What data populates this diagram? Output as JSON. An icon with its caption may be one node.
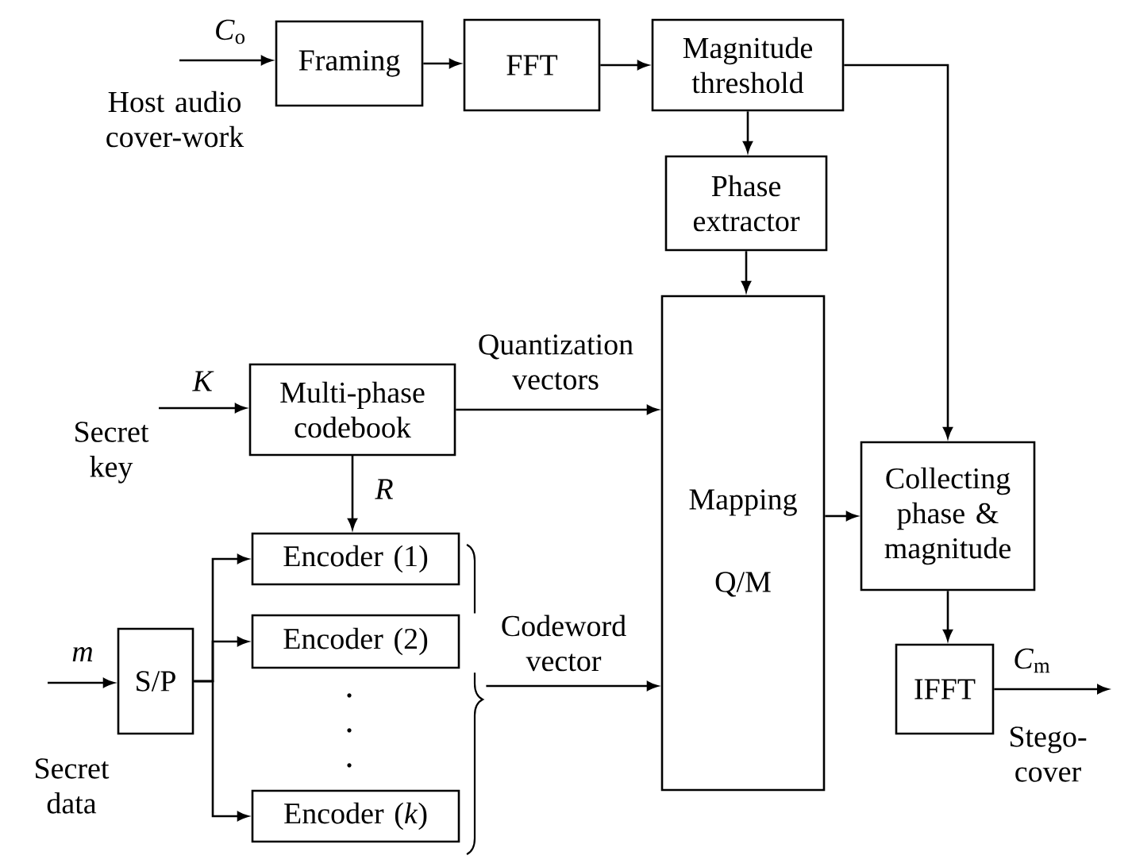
{
  "diagram": {
    "nodes": [
      {
        "text": [
          "Framing"
        ]
      },
      {
        "text": [
          "FFT"
        ]
      },
      {
        "text": [
          "Magnitude threshold"
        ]
      },
      {
        "text": [
          "Phase extractor"
        ]
      },
      {
        "text": [
          "Multi-phase codebook"
        ]
      },
      {
        "text": [
          "Mapping",
          "Q/M"
        ]
      },
      {
        "text": [
          "Collecting phase & magnitude"
        ]
      },
      {
        "text": [
          "S/P"
        ]
      },
      {
        "text": [
          "Encoder (1)"
        ]
      },
      {
        "text": [
          "Encoder (2)"
        ]
      },
      {
        "text": [
          "Encoder (*k*)"
        ]
      },
      {
        "text": [
          "IFFT"
        ]
      },
      {
        "text": [],
        "shape": "brace"
      }
    ],
    "edges": [
      {
        "from": null,
        "to": 0,
        "arrow": "to",
        "label": "*C*$_{o}$"
      },
      {
        "from": 0,
        "to": 1,
        "arrow": "to"
      },
      {
        "from": 1,
        "to": 2,
        "arrow": "to"
      },
      {
        "from": 2,
        "to": 3,
        "arrow": "to"
      },
      {
        "from": 3,
        "to": 5,
        "arrow": "to"
      },
      {
        "from": 2,
        "to": 6,
        "arrow": "to"
      },
      {
        "from": null,
        "to": 4,
        "arrow": "to",
        "label": "*K*"
      },
      {
        "from": 4,
        "to": 5,
        "arrow": "to",
        "label": "Quantization vectors"
      },
      {
        "from": 4,
        "to": 8,
        "arrow": "to",
        "label": "*R*"
      },
      {
        "from": null,
        "to": 7,
        "arrow": "to",
        "label": "*m*"
      },
      {
        "from": 7,
        "to": 8,
        "arrow": "to"
      },
      {
        "from": 7,
        "to": 9,
        "arrow": "to"
      },
      {
        "from": 7,
        "to": 10,
        "arrow": "to"
      },
      {
        "from": 12,
        "to": 5,
        "arrow": "to",
        "label": "Codeword vector"
      },
      {
        "from": 5,
        "to": 6,
        "arrow": "to"
      },
      {
        "from": 6,
        "to": 11,
        "arrow": "to"
      },
      {
        "from": 11,
        "to": null,
        "arrow": "to",
        "label": "*C*$_{m}$"
      }
    ],
    "labels": [
      "Host audio cover-work",
      "Secret key",
      "Secret data",
      "Stego-cover"
    ]
  }
}
